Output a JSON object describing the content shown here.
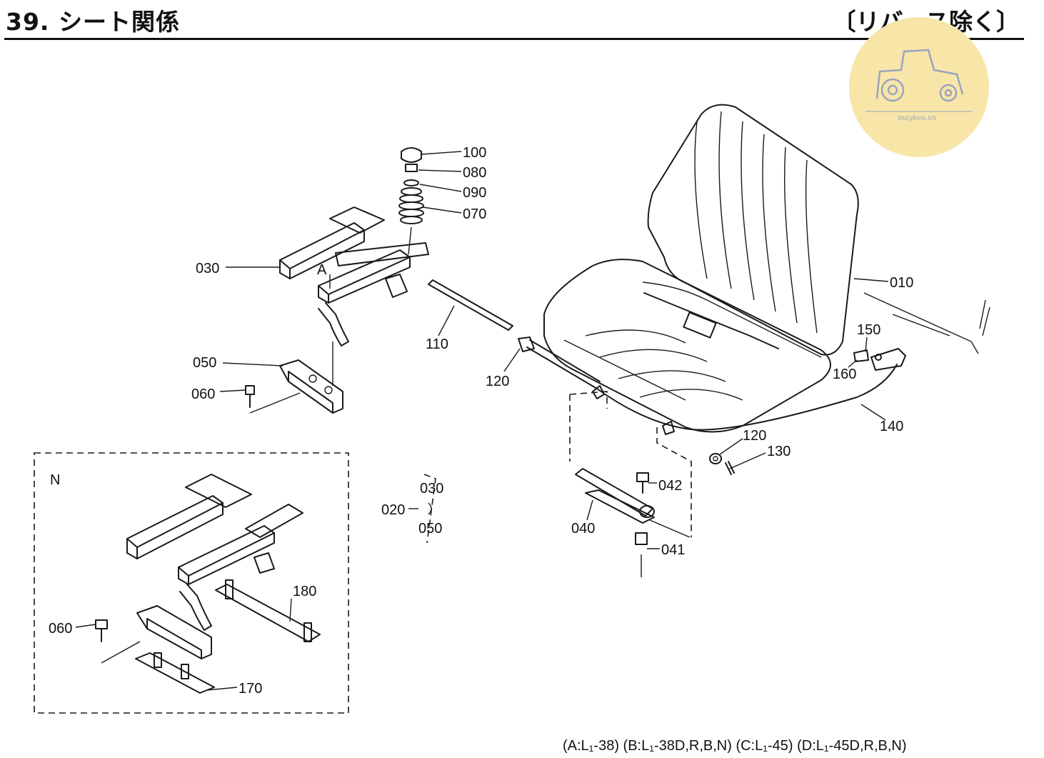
{
  "header": {
    "title": "39. シート関係",
    "scope": "〔リバース除く〕"
  },
  "watermark": {
    "text": "maykeo.vn",
    "color": "#f7e6a8",
    "icon": "tractor-icon"
  },
  "inset": {
    "label": "N"
  },
  "callouts": {
    "c010": "010",
    "c020": "020",
    "c030": "030",
    "c030b": "030",
    "c040": "040",
    "c041": "041",
    "c042": "042",
    "c050": "050",
    "c050b": "050",
    "c060": "060",
    "c060b": "060",
    "c070": "070",
    "c080": "080",
    "c090": "090",
    "c100": "100",
    "c110": "110",
    "c120": "120",
    "c120b": "120",
    "c130": "130",
    "c140": "140",
    "c150": "150",
    "c160": "160",
    "c170": "170",
    "c180": "180",
    "cA": "A"
  },
  "footnote": "(A:L₁-38) (B:L₁-38D,R,B,N) (C:L₁-45) (D:L₁-45D,R,B,N)"
}
